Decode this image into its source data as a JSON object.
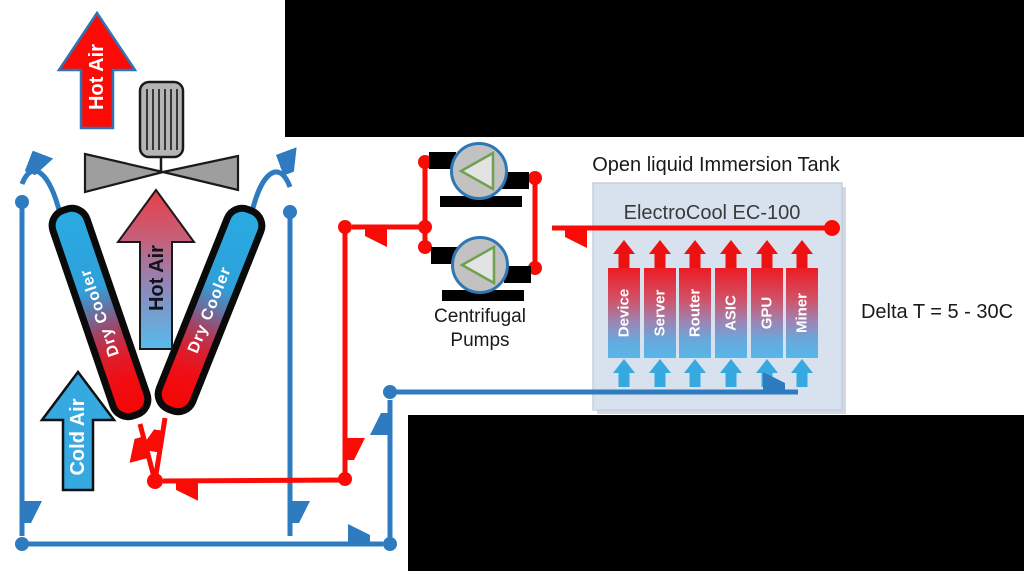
{
  "diagram": {
    "exhaust_arrow_label": "Hot Air",
    "center_arrow_label": "Hot Air",
    "cold_air_label": "Cold Air",
    "left_cooler_label": "Dry Cooler",
    "right_cooler_label": "Dry Cooler",
    "pumps_label_line1": "Centrifugal",
    "pumps_label_line2": "Pumps",
    "tank_title": "Open liquid Immersion Tank",
    "coolant_name": "ElectroCool EC-100",
    "delta_t_note": "Delta T = 5 - 30C",
    "devices": [
      "Device",
      "Server",
      "Router",
      "ASIC",
      "GPU",
      "Miner"
    ]
  },
  "colors": {
    "hot_pipe": "#FA0B06",
    "cold_pipe": "#2E7CBF",
    "cold_air_fill": "#36A9E1",
    "hot_air_fill": "#FB0A06",
    "hot_air_outline": "#2E75B6",
    "tank_fill": "#D8E2EE",
    "cooler_top": "#29ABE2",
    "cooler_bottom": "#F50505",
    "pump_body": "#C2C2C2",
    "pump_ring": "#2E77B5",
    "pump_impeller_stroke": "#6FA14F",
    "panel_black": "#000000"
  }
}
